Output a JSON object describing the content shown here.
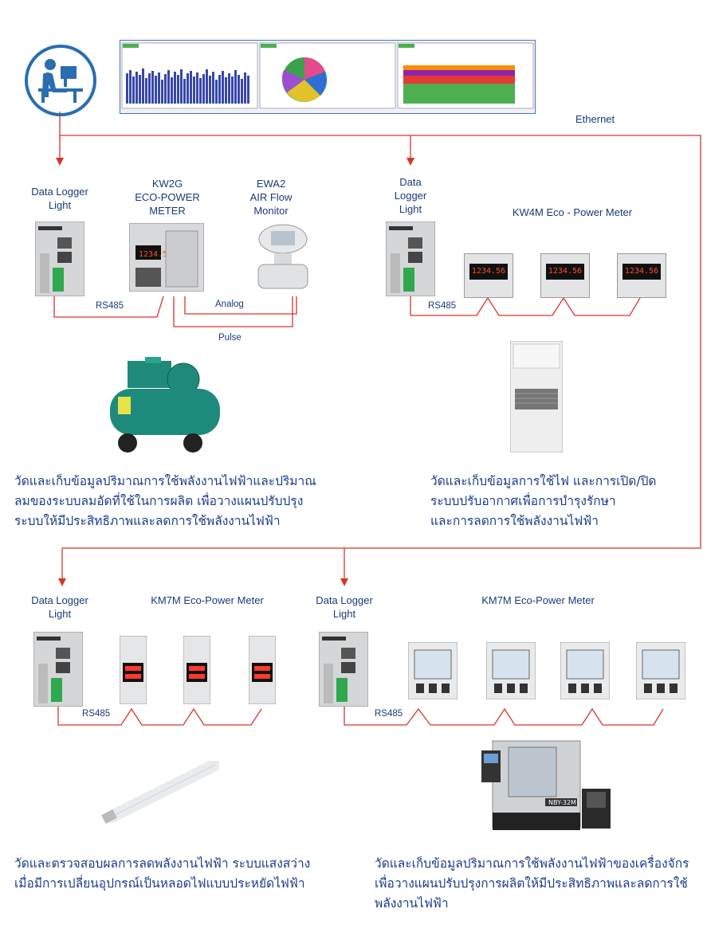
{
  "network": {
    "ethernet_label": "Ethernet"
  },
  "top_left": {
    "logger_label": [
      "Data Logger",
      "Light"
    ],
    "kw2g_label": [
      "KW2G",
      "ECO-POWER",
      "METER"
    ],
    "ewa2_label": [
      "EWA2",
      "AIR Flow",
      "Monitor"
    ],
    "rs485": "RS485",
    "analog": "Analog",
    "pulse": "Pulse",
    "description": [
      "วัดและเก็บข้อมูลปริมาณการใช้พลังงานไฟฟ้าและปริมาณ",
      "ลมของระบบลมอัดที่ใช้ในการผลิต เพื่อวางแผนปรับปรุง",
      "ระบบให้มีประสิทธิภาพและลดการใช้พลังงานไฟฟ้า"
    ]
  },
  "top_right": {
    "logger_label": [
      "Data",
      "Logger",
      "Light"
    ],
    "meter_label": "KW4M Eco - Power Meter",
    "rs485": "RS485",
    "meter_display": "1234.56",
    "description": [
      "วัดและเก็บข้อมูลการใช้ไฟ และการเปิด/ปิด",
      "ระบบปรับอากาศเพื่อการบำรุงรักษา",
      "และการลดการใช้พลังงานไฟฟ้า"
    ]
  },
  "bottom_left": {
    "logger_label": [
      "Data Logger",
      "Light"
    ],
    "meter_label": "KM7M Eco-Power Meter",
    "rs485": "RS485",
    "description": [
      "วัดและตรวจสอบผลการลดพลังงานไฟฟ้า ระบบแสงสว่าง",
      "เมื่อมีการเปลี่ยนอุปกรณ์เป็นหลอดไฟแบบประหยัดไฟฟ้า"
    ]
  },
  "bottom_right": {
    "logger_label": [
      "Data Logger",
      "Light"
    ],
    "meter_label": "KM7M Eco-Power Meter",
    "rs485": "RS485",
    "machine_label": "NBY-32M",
    "description": [
      "วัดและเก็บข้อมูลปริมาณการใช้พลังงานไฟฟ้าของเครื่องจักร",
      "เพื่อวางแผนปรับปรุงการผลิตให้มีประสิทธิภาพและลดการใช้",
      "พลังงานไฟฟ้า"
    ]
  },
  "colors": {
    "line": "#d9342b",
    "text": "#1a3a7a",
    "accent": "#2a6db0"
  }
}
